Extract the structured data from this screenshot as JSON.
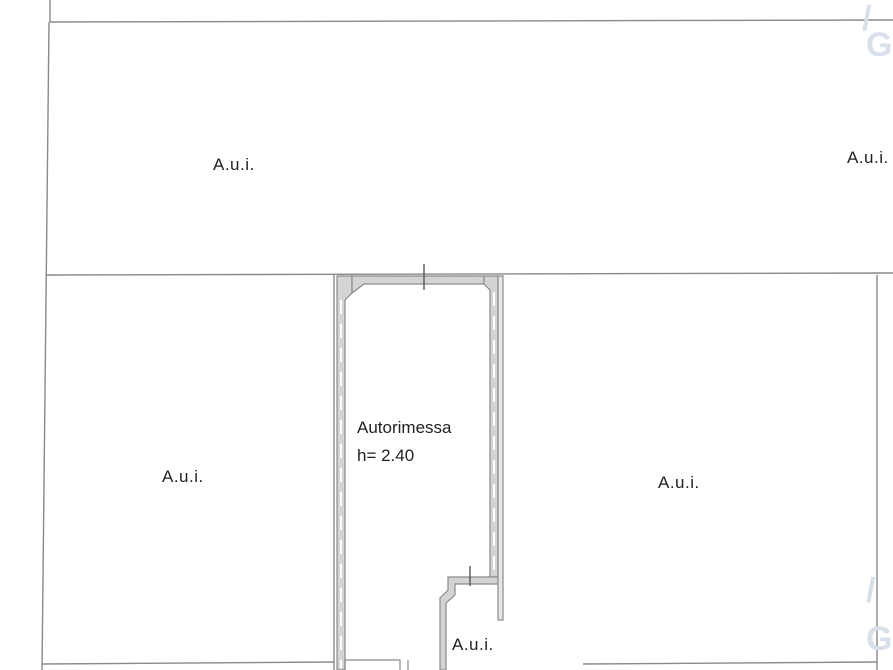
{
  "rooms": {
    "top_left_label": "A.u.i.",
    "top_right_label": "A.u.i.",
    "middle_left_label": "A.u.i.",
    "middle_right_label": "A.u.i.",
    "bottom_small_label": "A.u.i."
  },
  "garage": {
    "name": "Autorimessa",
    "height": "h= 2.40"
  },
  "colors": {
    "line": "#8a8a8a",
    "wall_fill": "#d4d4d4",
    "background": "#ffffff"
  }
}
